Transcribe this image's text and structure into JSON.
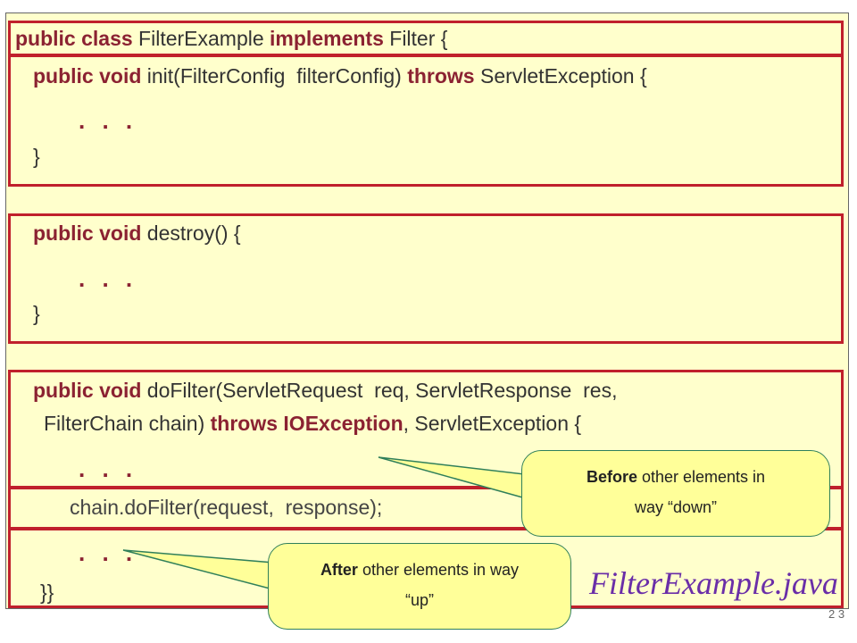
{
  "code": {
    "class_decl": {
      "kw1": "public class",
      "name": " FilterExample ",
      "kw2": "implements",
      "rest": " Filter {"
    },
    "init": {
      "kw1": "public void",
      "rest1": " init(FilterConfig  filterConfig) ",
      "kw2": "throws",
      "rest2": " ServletException {"
    },
    "init_dots": ". . .",
    "init_close": "}",
    "destroy": {
      "kw1": "public void",
      "rest1": " destroy() {"
    },
    "destroy_dots": ". . .",
    "destroy_close": "}",
    "dofilter_line1": {
      "kw1": "public void",
      "rest1": " doFilter(ServletRequest  req, ServletResponse  res,"
    },
    "dofilter_line2": {
      "rest1": "FilterChain chain) ",
      "kw2": "throws",
      "sp": " ",
      "kw3": "IOException",
      "rest2": ", ServletException {"
    },
    "dofilter_dots_before": ". . .",
    "chain_call": "chain.doFilter(request,  response);",
    "dofilter_dots_after": ". . .",
    "class_close": "}}"
  },
  "callouts": {
    "before": {
      "bold": "Before",
      "text": " other elements in",
      "line2": "way “down”"
    },
    "after": {
      "bold": "After",
      "text": " other elements in way",
      "line2": "“up”"
    }
  },
  "file_name": "FilterExample.java",
  "page_number": "2 3",
  "colors": {
    "keyword": "#8b2232",
    "frame": "#c0202c",
    "background": "#ffffcc",
    "callout": "#ffff99",
    "filename": "#6a2ea8"
  }
}
